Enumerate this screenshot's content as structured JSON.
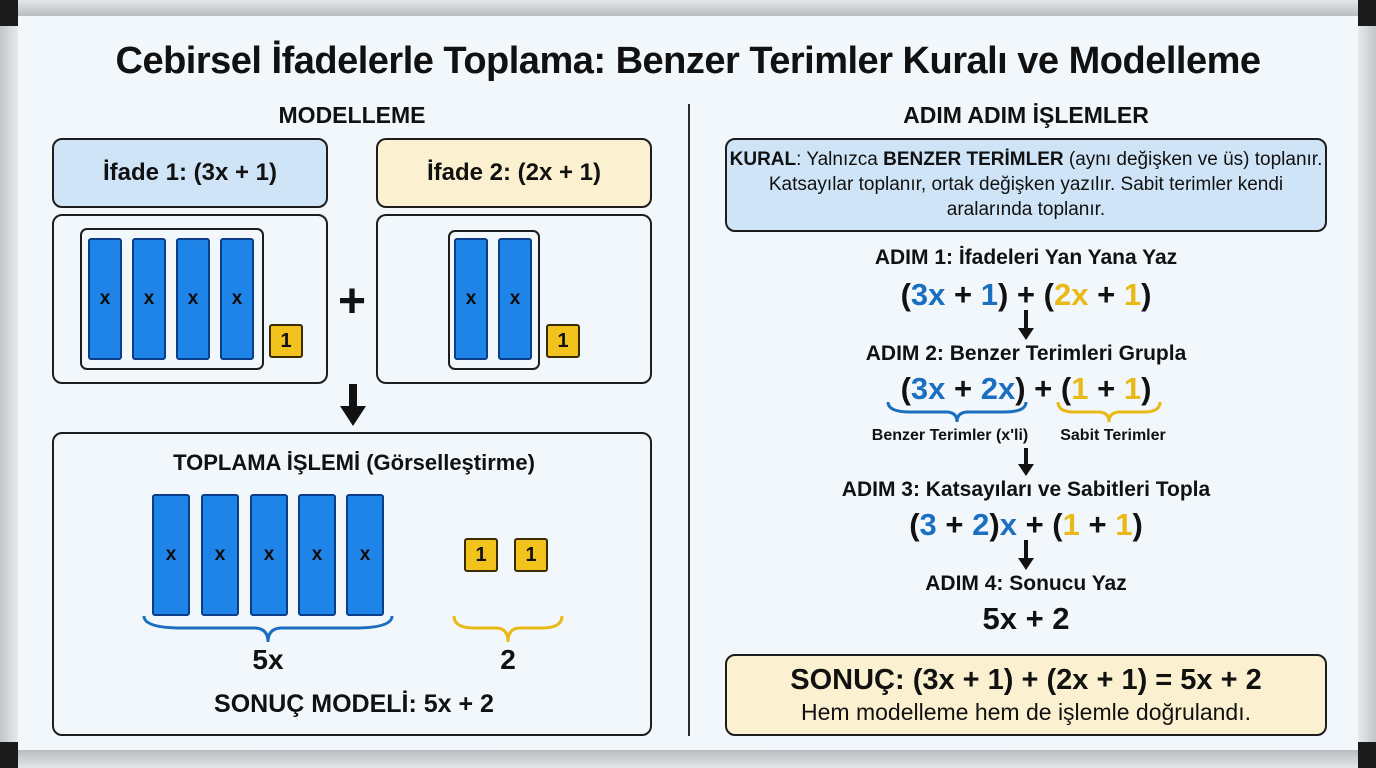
{
  "title": "Cebirsel İfadelerle Toplama: Benzer Terimler Kuralı ve Modelleme",
  "left": {
    "heading": "MODELLEME",
    "expr1_label": "İfade 1: (3x + 1)",
    "expr2_label": "İfade 2: (2x + 1)",
    "plus_sign": "+",
    "x_tile_label": "x",
    "unit_tile_label": "1",
    "sum_heading": "TOPLAMA İŞLEMİ (Görselleştirme)",
    "x_total": "5x",
    "unit_total": "2",
    "result_model": "SONUÇ MODELİ: 5x + 2",
    "colors": {
      "x_tile": "#1e84e8",
      "unit_tile": "#f2c21d",
      "expr1_bg": "#cfe5f7",
      "expr2_bg": "#fbf0cf"
    }
  },
  "right": {
    "heading": "ADIM ADIM İŞLEMLER",
    "rule": {
      "keyword": "KURAL",
      "text_a": ": Yalnızca ",
      "emphasis": "BENZER TERİMLER",
      "text_b": " (aynı değişken ve üs) toplanır. Katsayılar toplanır, ortak değişken yazılır. Sabit terimler kendi aralarında toplanır."
    },
    "steps": [
      {
        "title": "ADIM 1: İfadeleri Yan Yana Yaz"
      },
      {
        "title": "ADIM 2: Benzer Terimleri Grupla",
        "brace_left": "Benzer Terimler (x'li)",
        "brace_right": "Sabit Terimler"
      },
      {
        "title": "ADIM 3: Katsayıları ve Sabitleri Topla"
      },
      {
        "title": "ADIM 4: Sonucu Yaz",
        "result": "5x + 2"
      }
    ],
    "conclusion_title": "SONUÇ: (3x + 1) + (2x + 1) = 5x + 2",
    "conclusion_sub": "Hem modelleme hem de işlemle doğrulandı.",
    "colors": {
      "x_term": "#1b6fc0",
      "constant": "#e9b918"
    }
  }
}
